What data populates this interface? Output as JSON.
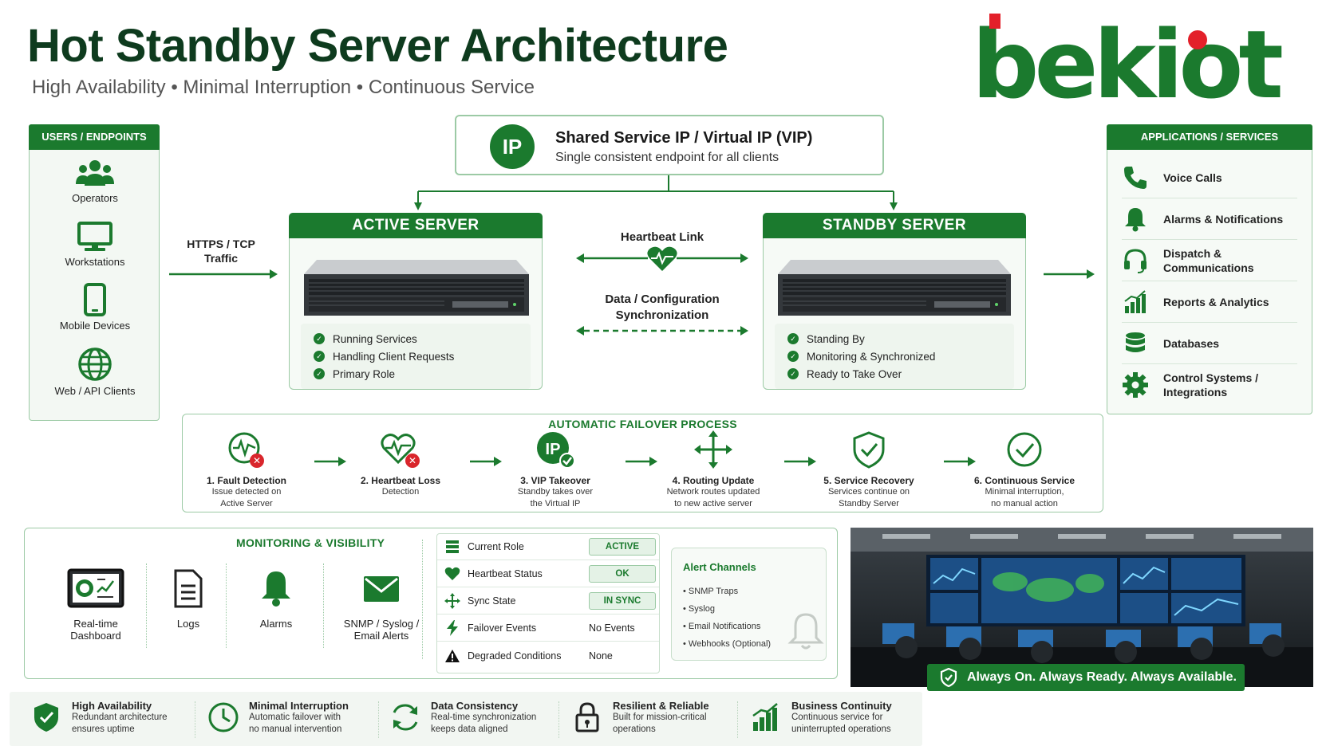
{
  "header": {
    "title": "Hot Standby Server Architecture",
    "subtitle": "High Availability • Minimal Interruption • Continuous Service",
    "logo_text": "bekiot"
  },
  "colors": {
    "brand_green": "#1b7a2e",
    "dark_green": "#0e3b1e",
    "logo_red": "#e3202a",
    "light_green": "#eef5ee"
  },
  "users": {
    "heading": "USERS / ENDPOINTS",
    "items": [
      {
        "label": "Operators",
        "icon": "operators-icon"
      },
      {
        "label": "Workstations",
        "icon": "workstation-icon"
      },
      {
        "label": "Mobile Devices",
        "icon": "mobile-icon"
      },
      {
        "label": "Web / API Clients",
        "icon": "globe-icon"
      }
    ]
  },
  "traffic_label_1": "HTTPS / TCP",
  "traffic_label_2": "Traffic",
  "vip": {
    "badge": "IP",
    "title": "Shared Service IP / Virtual IP (VIP)",
    "subtitle": "Single consistent endpoint for all clients"
  },
  "active_server": {
    "heading": "ACTIVE SERVER",
    "status": [
      "Running Services",
      "Handling Client Requests",
      "Primary Role"
    ]
  },
  "standby_server": {
    "heading": "STANDBY SERVER",
    "status": [
      "Standing By",
      "Monitoring & Synchronized",
      "Ready to Take Over"
    ]
  },
  "links": {
    "heartbeat": "Heartbeat Link",
    "sync_1": "Data / Configuration",
    "sync_2": "Synchronization"
  },
  "apps": {
    "heading": "APPLICATIONS / SERVICES",
    "items": [
      {
        "line1": "Voice Calls",
        "line2": "",
        "icon": "phone-icon"
      },
      {
        "line1": "Alarms & Notifications",
        "line2": "",
        "icon": "bell-icon"
      },
      {
        "line1": "Dispatch &",
        "line2": "Communications",
        "icon": "headset-icon"
      },
      {
        "line1": "Reports & Analytics",
        "line2": "",
        "icon": "chart-icon"
      },
      {
        "line1": "Databases",
        "line2": "",
        "icon": "database-icon"
      },
      {
        "line1": "Control Systems /",
        "line2": "Integrations",
        "icon": "gear-icon"
      }
    ]
  },
  "failover": {
    "heading": "AUTOMATIC FAILOVER PROCESS",
    "steps": [
      {
        "title": "1. Fault Detection",
        "desc1": "Issue detected on",
        "desc2": "Active Server"
      },
      {
        "title": "2. Heartbeat Loss",
        "desc1": "Detection",
        "desc2": ""
      },
      {
        "title": "3. VIP Takeover",
        "desc1": "Standby takes over",
        "desc2": "the Virtual IP"
      },
      {
        "title": "4. Routing Update",
        "desc1": "Network routes updated",
        "desc2": "to new active server"
      },
      {
        "title": "5. Service Recovery",
        "desc1": "Services continue on",
        "desc2": "Standby Server"
      },
      {
        "title": "6. Continuous Service",
        "desc1": "Minimal interruption,",
        "desc2": "no manual action"
      }
    ]
  },
  "monitoring": {
    "heading": "MONITORING & VISIBILITY",
    "tools": [
      {
        "line1": "Real-time",
        "line2": "Dashboard"
      },
      {
        "line1": "Logs",
        "line2": ""
      },
      {
        "line1": "Alarms",
        "line2": ""
      },
      {
        "line1": "SNMP / Syslog /",
        "line2": "Email Alerts"
      }
    ],
    "status_rows": [
      {
        "label": "Current Role",
        "value": "ACTIVE",
        "pill": true
      },
      {
        "label": "Heartbeat Status",
        "value": "OK",
        "pill": true
      },
      {
        "label": "Sync State",
        "value": "IN SYNC",
        "pill": true
      },
      {
        "label": "Failover Events",
        "value": "No Events",
        "pill": false
      },
      {
        "label": "Degraded Conditions",
        "value": "None",
        "pill": false
      }
    ],
    "alert_channels": {
      "heading": "Alert Channels",
      "items": [
        "SNMP Traps",
        "Syslog",
        "Email Notifications",
        "Webhooks (Optional)"
      ]
    }
  },
  "banner": "Always On. Always Ready. Always Available.",
  "benefits": [
    {
      "title": "High Availability",
      "desc1": "Redundant architecture",
      "desc2": "ensures uptime"
    },
    {
      "title": "Minimal Interruption",
      "desc1": "Automatic failover with",
      "desc2": "no manual intervention"
    },
    {
      "title": "Data Consistency",
      "desc1": "Real-time synchronization",
      "desc2": "keeps data aligned"
    },
    {
      "title": "Resilient & Reliable",
      "desc1": "Built for mission-critical",
      "desc2": "operations"
    },
    {
      "title": "Business Continuity",
      "desc1": "Continuous service for",
      "desc2": "uninterrupted operations"
    }
  ]
}
